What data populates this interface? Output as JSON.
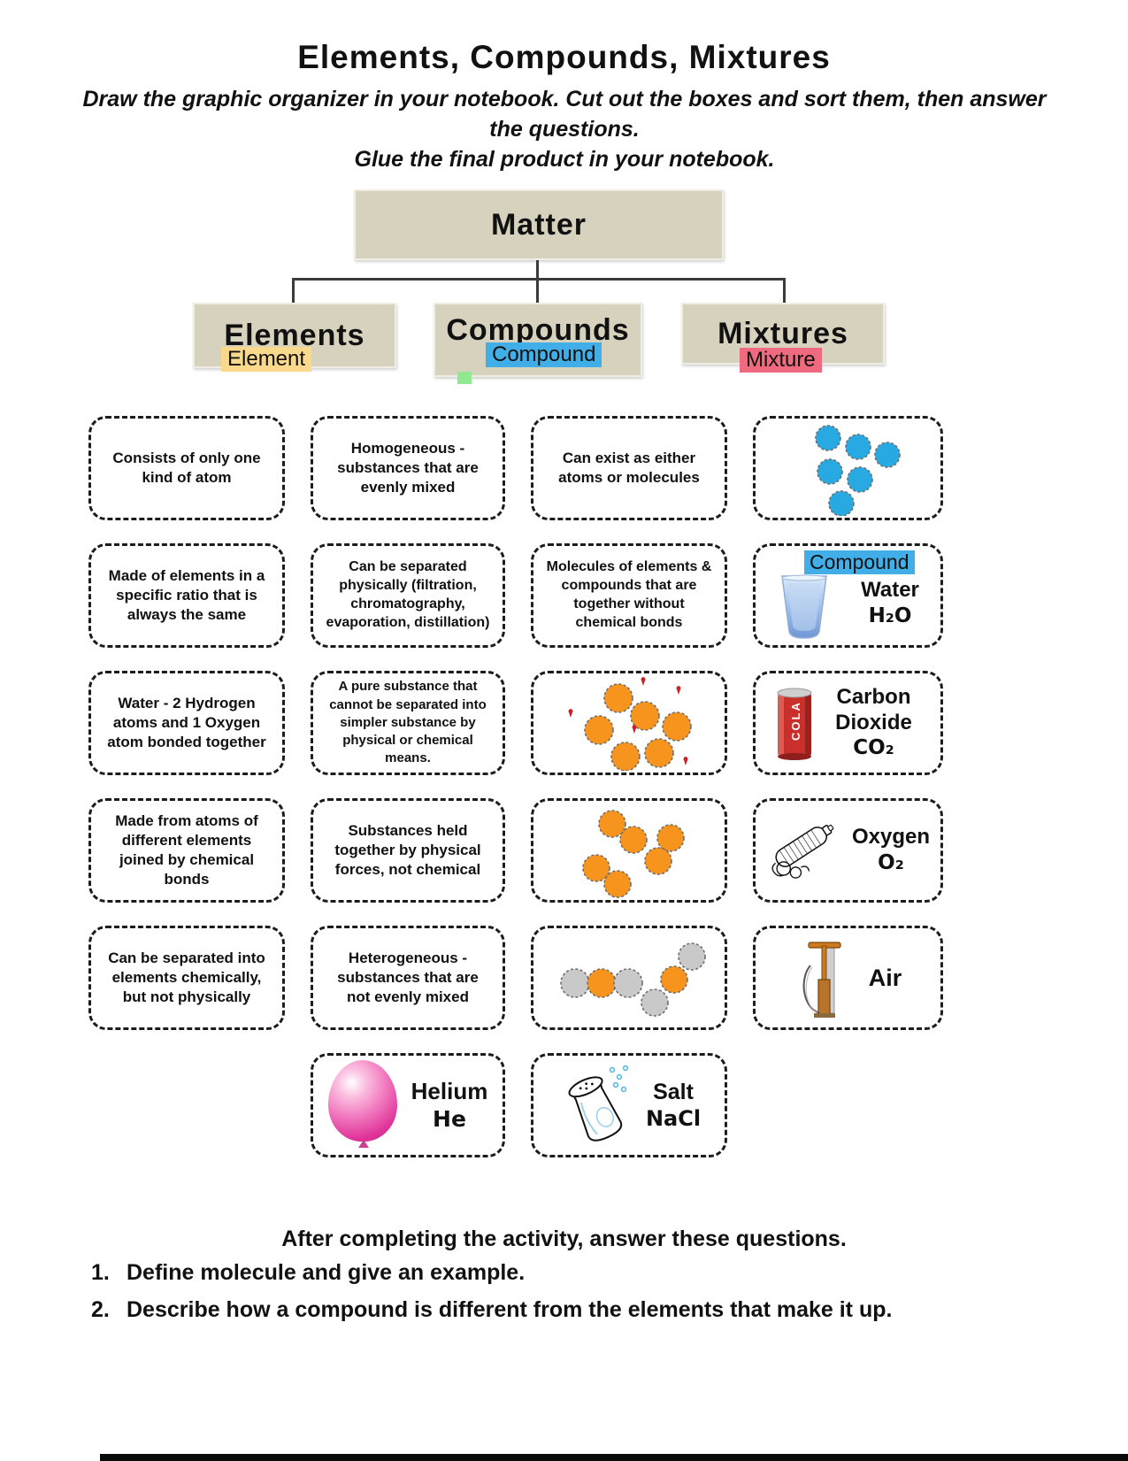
{
  "header": {
    "title": "Elements, Compounds, Mixtures",
    "instructions_line1": "Draw the graphic organizer in your notebook.  Cut out the boxes and sort them, then answer the questions.",
    "instructions_line2": "Glue the final product in your notebook."
  },
  "tree": {
    "root_label": "Matter",
    "elements_label": "Elements",
    "compounds_label": "Compounds",
    "mixtures_label": "Mixtures",
    "element_tag": "Element",
    "compound_tag": "Compound",
    "mixture_tag": "Mixture",
    "colors": {
      "branch_box_fill": "#d7d2bd",
      "element_highlight": "#f9d98b",
      "compound_highlight": "#41aee7",
      "mixture_highlight": "#ef6a7e"
    }
  },
  "cards": [
    {
      "text": "Consists of only one kind of atom"
    },
    {
      "text": "Homogeneous - substances that are evenly mixed"
    },
    {
      "text": "Can exist as either atoms or molecules"
    },
    {
      "icon": "blue-atoms",
      "atom_color": "#29a9e1",
      "atom_count": 6
    },
    {
      "text": "Made of elements in a specific ratio that is always the same"
    },
    {
      "text": "Can be separated physically (filtration, chromatography, evaporation, distillation)"
    },
    {
      "text": "Molecules of elements & compounds that are together without chemical bonds"
    },
    {
      "icon": "glass-of-water",
      "tag": "Compound",
      "label": "Water",
      "formula": "H₂O"
    },
    {
      "text": "Water - 2 Hydrogen atoms and 1 Oxygen atom bonded together"
    },
    {
      "text": "A pure substance that cannot be separated into simpler substance by physical or chemical means."
    },
    {
      "icon": "orange-molecules-red-dots",
      "atom_color": "#f7941e",
      "dot_color": "#cc1f1f"
    },
    {
      "icon": "cola-can",
      "label": "Carbon Dioxide",
      "formula": "CO₂"
    },
    {
      "text": "Made from atoms of different elements joined by chemical bonds"
    },
    {
      "text": "Substances held together by physical forces, not chemical"
    },
    {
      "icon": "orange-molecule-pairs",
      "atom_color": "#f7941e"
    },
    {
      "icon": "oxygen-tank",
      "label": "Oxygen",
      "formula": "O₂"
    },
    {
      "text": "Can be separated into elements chemically, but not physically"
    },
    {
      "text": "Heterogeneous - substances that are not evenly mixed"
    },
    {
      "icon": "mixed-molecule-chains",
      "atom_colors": [
        "#c9c9c9",
        "#f7941e"
      ]
    },
    {
      "icon": "air-pump",
      "label": "Air"
    },
    {
      "icon": "pink-balloon",
      "label": "Helium",
      "formula": "He"
    },
    {
      "icon": "salt-shaker",
      "label": "Salt",
      "formula": "NaCl"
    }
  ],
  "footer": {
    "heading": "After completing the activity, answer these questions.",
    "q1_number": "1.",
    "q1_text": "Define molecule and give an example.",
    "q2_number": "2.",
    "q2_text": "Describe how a compound is different from the elements that make it up."
  }
}
